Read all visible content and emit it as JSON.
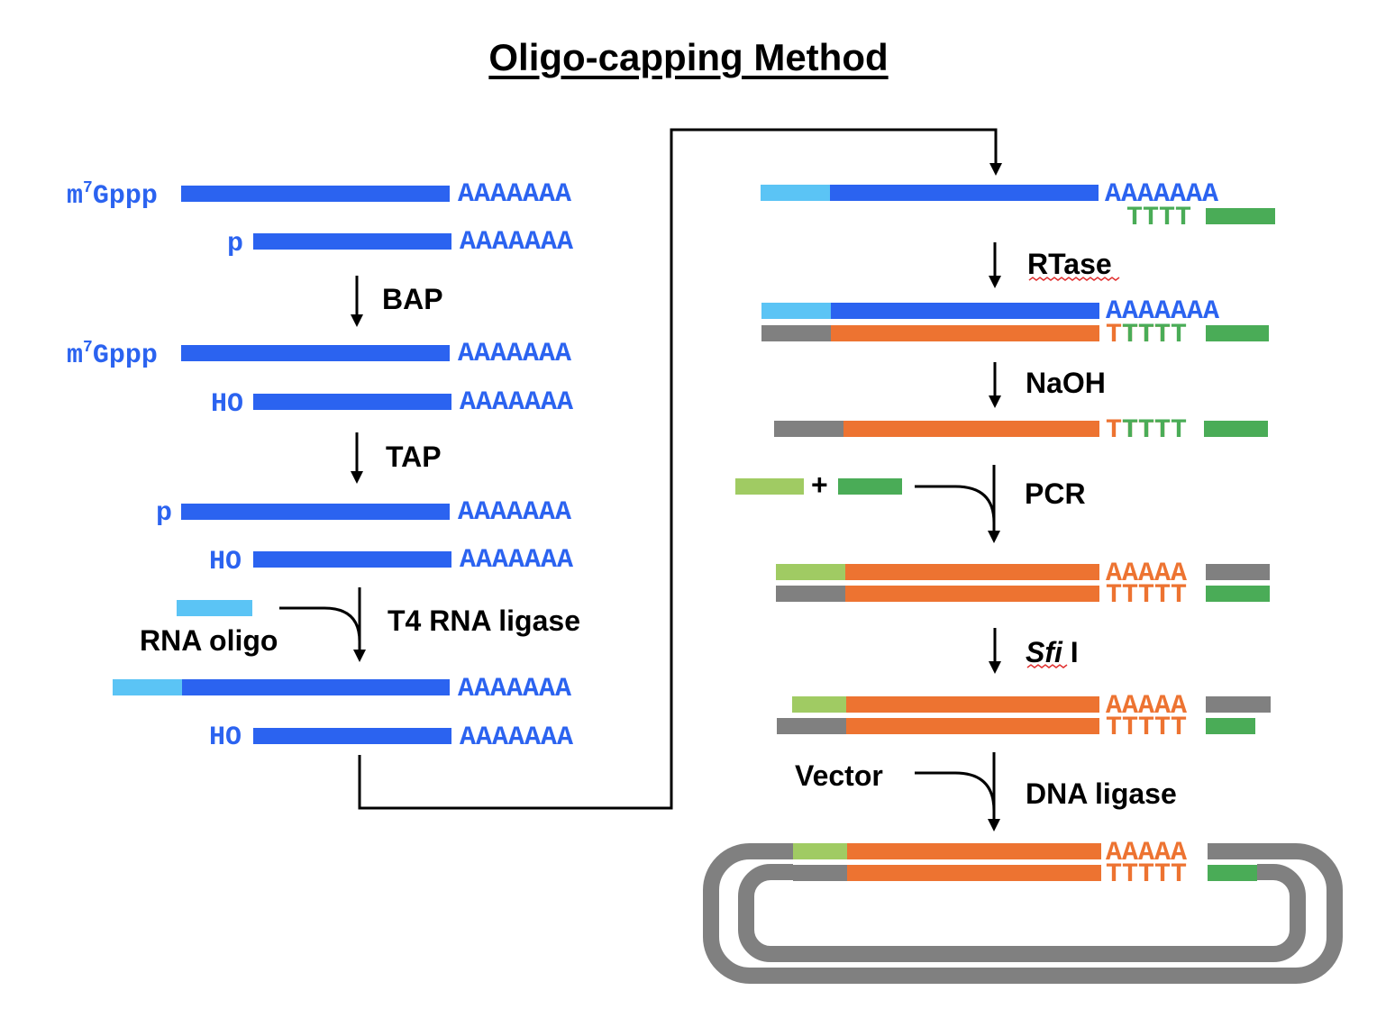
{
  "title": "Oligo-capping Method",
  "colors": {
    "mrna": "#2b63f0",
    "rna_oligo": "#5bc4f5",
    "cdna": "#ed7331",
    "primer_dark": "#4aac57",
    "primer_light": "#a0cb63",
    "gray": "#808080",
    "text": "#000000"
  },
  "left_panel": {
    "cap_label": "m",
    "cap_superscript": "7",
    "cap_suffix": "Gppp",
    "p_label": "p",
    "ho_label": "HO",
    "polya": "AAAAAAA",
    "steps": {
      "bap": "BAP",
      "tap": "TAP",
      "ligase": "T4 RNA ligase",
      "rna_oligo": "RNA oligo"
    }
  },
  "right_panel": {
    "polya_long": "AAAAAAA",
    "polyt_short": "TTTT",
    "polyt": "TTTTT",
    "polya": "AAAAA",
    "plus": "+",
    "steps": {
      "rtase": "RTase",
      "naoh": "NaOH",
      "pcr": "PCR",
      "sfi_italic": "Sfi",
      "sfi_roman": " I",
      "vector": "Vector",
      "dna_ligase": "DNA ligase"
    }
  }
}
